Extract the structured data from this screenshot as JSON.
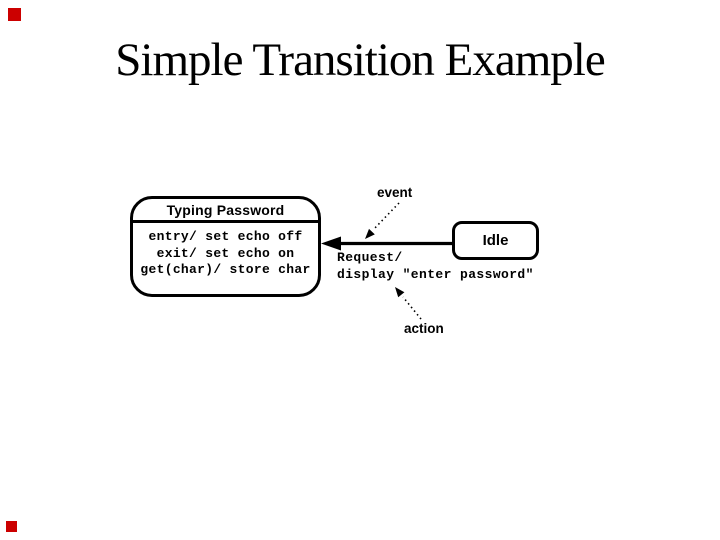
{
  "slide": {
    "title": "Simple Transition Example"
  },
  "diagram": {
    "states": [
      {
        "name": "Typing Password",
        "internal_actions": [
          "entry/ set echo off",
          "exit/ set echo on",
          "get(char)/ store char"
        ]
      },
      {
        "name": "Idle"
      }
    ],
    "transition": {
      "event_part": "Request/",
      "action_part": "display \"enter password\""
    },
    "annotations": {
      "event": "event",
      "action": "action"
    }
  },
  "colors": {
    "ink": "#000000",
    "background": "#ffffff",
    "corner_marker_red": "#cc0000"
  }
}
